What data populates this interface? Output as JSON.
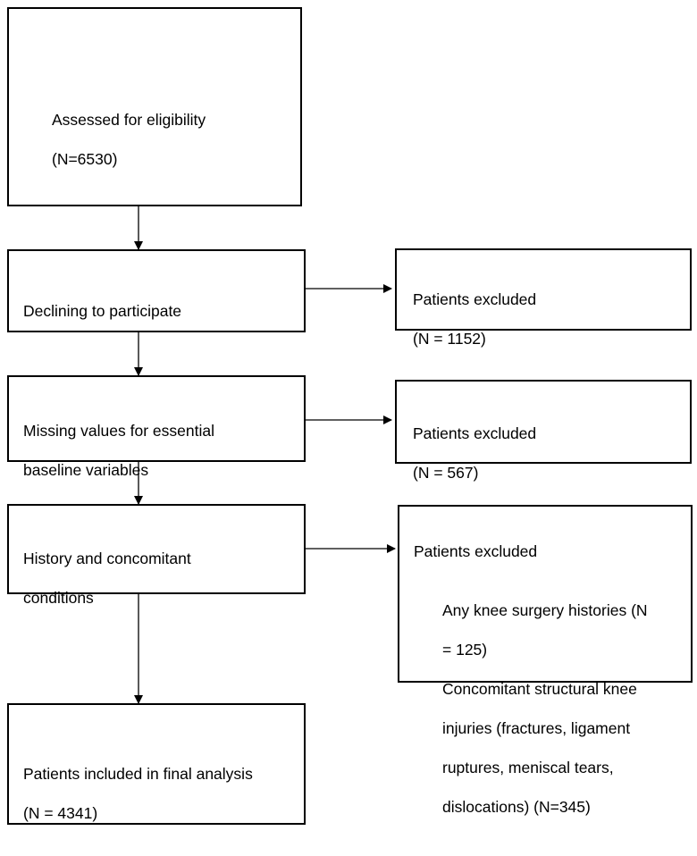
{
  "steps": {
    "assessed": {
      "line1": "Assessed for eligibility",
      "line2": "(N=6530)"
    },
    "declining": {
      "line1": "Declining to participate"
    },
    "missing": {
      "line1": "Missing values for essential",
      "line2": "baseline variables"
    },
    "history": {
      "line1": "History and concomitant",
      "line2": "conditions"
    },
    "included": {
      "line1": "Patients included in final analysis",
      "line2": "(N = 4341)"
    }
  },
  "exclusions": {
    "declined": {
      "title": "Patients excluded",
      "count": "(N = 1152)"
    },
    "missing": {
      "title": "Patients excluded",
      "count": "(N = 567)"
    },
    "history": {
      "title": "Patients excluded",
      "item1_line1": "Any knee surgery histories (N",
      "item1_line2": "= 125)",
      "item2_line1": "Concomitant structural knee",
      "item2_line2": "injuries (fractures, ligament",
      "item2_line3": "ruptures, meniscal tears,",
      "item2_line4": "dislocations) (N=345)"
    }
  }
}
